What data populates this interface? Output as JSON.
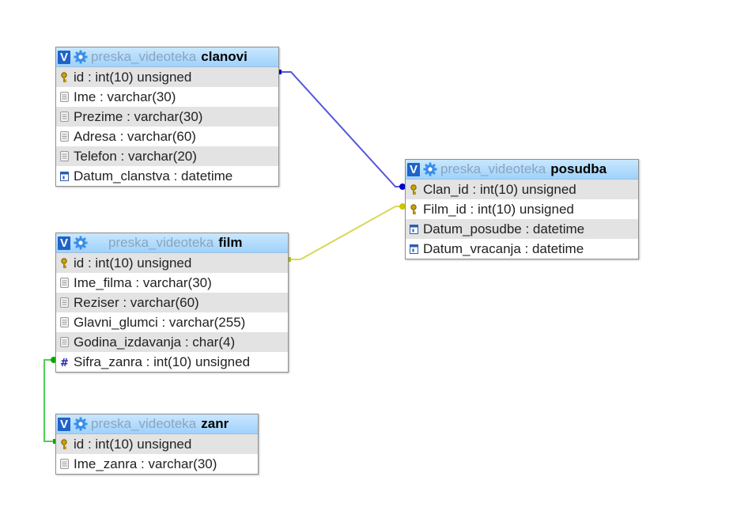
{
  "tables": [
    {
      "id": "clanovi",
      "db": "preska_videoteka",
      "name": "clanovi",
      "fields": [
        {
          "icon": "key-icon",
          "text": "id : int(10) unsigned"
        },
        {
          "icon": "text-field-icon",
          "text": "Ime : varchar(30)"
        },
        {
          "icon": "text-field-icon",
          "text": "Prezime : varchar(30)"
        },
        {
          "icon": "text-field-icon",
          "text": "Adresa : varchar(60)"
        },
        {
          "icon": "text-field-icon",
          "text": "Telefon : varchar(20)"
        },
        {
          "icon": "datetime-field-icon",
          "text": "Datum_clanstva : datetime"
        }
      ]
    },
    {
      "id": "posudba",
      "db": "preska_videoteka",
      "name": "posudba",
      "fields": [
        {
          "icon": "key-icon",
          "text": "Clan_id : int(10) unsigned"
        },
        {
          "icon": "key-icon",
          "text": "Film_id : int(10) unsigned"
        },
        {
          "icon": "datetime-field-icon",
          "text": "Datum_posudbe : datetime"
        },
        {
          "icon": "datetime-field-icon",
          "text": "Datum_vracanja : datetime"
        }
      ]
    },
    {
      "id": "film",
      "db": "preska_videoteka",
      "name": "film",
      "fields": [
        {
          "icon": "key-icon",
          "text": "id : int(10) unsigned"
        },
        {
          "icon": "text-field-icon",
          "text": "Ime_filma : varchar(30)"
        },
        {
          "icon": "text-field-icon",
          "text": "Reziser : varchar(60)"
        },
        {
          "icon": "text-field-icon",
          "text": "Glavni_glumci : varchar(255)"
        },
        {
          "icon": "text-field-icon",
          "text": "Godina_izdavanja : char(4)"
        },
        {
          "icon": "number-field-icon",
          "text": "Sifra_zanra : int(10) unsigned"
        }
      ]
    },
    {
      "id": "zanr",
      "db": "preska_videoteka",
      "name": "zanr",
      "fields": [
        {
          "icon": "key-icon",
          "text": "id : int(10) unsigned"
        },
        {
          "icon": "text-field-icon",
          "text": "Ime_zanra : varchar(30)"
        }
      ]
    }
  ],
  "relations": [
    {
      "from": "clanovi.id",
      "to": "posudba.Clan_id",
      "color": "#5555dd"
    },
    {
      "from": "film.id",
      "to": "posudba.Film_id",
      "color": "#d8d85a"
    },
    {
      "from": "zanr.id",
      "to": "film.Sifra_zanra",
      "color": "#55cc55"
    }
  ],
  "header_button_label": "V"
}
